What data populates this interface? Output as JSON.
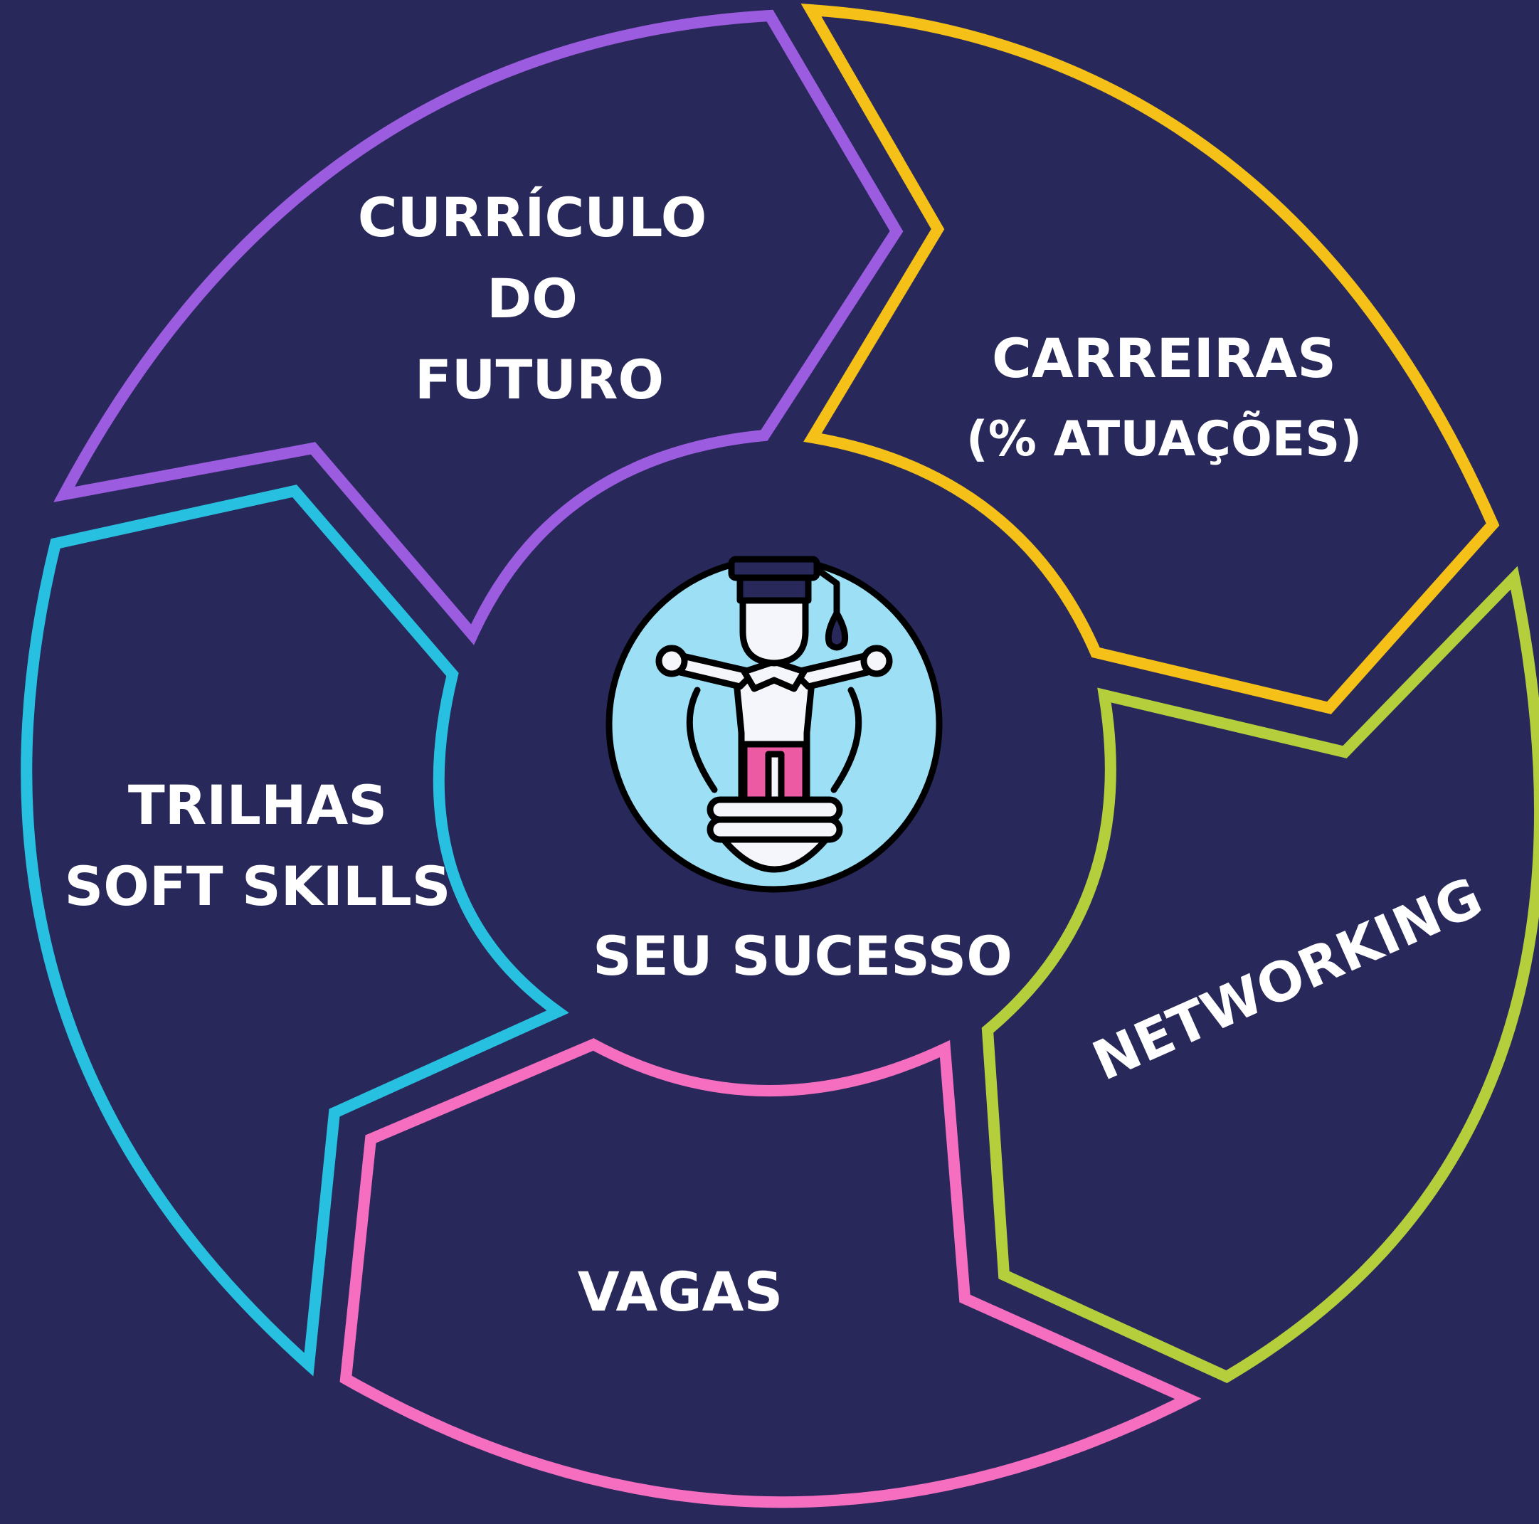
{
  "colors": {
    "background": "#28285a",
    "text": "#ffffff",
    "curriculo": "#9c5ce0",
    "carreiras": "#f5c018",
    "networking": "#b5cf3c",
    "vagas": "#f56ec0",
    "trilhas": "#28c0e0",
    "icon_circle": "#9ddff5",
    "icon_pants": "#ec5aa4"
  },
  "center": {
    "label": "SEU SUCESSO",
    "icon": "graduate-icon"
  },
  "segments": {
    "curriculo": {
      "line1": "CURRÍCULO",
      "line2": "DO",
      "line3": "FUTURO"
    },
    "carreiras": {
      "line1": "CARREIRAS",
      "line2": "(% ATUAÇÕES)"
    },
    "networking": {
      "line1": "NETWORKING"
    },
    "vagas": {
      "line1": "VAGAS"
    },
    "trilhas": {
      "line1": "TRILHAS",
      "line2": "SOFT SKILLS"
    }
  }
}
